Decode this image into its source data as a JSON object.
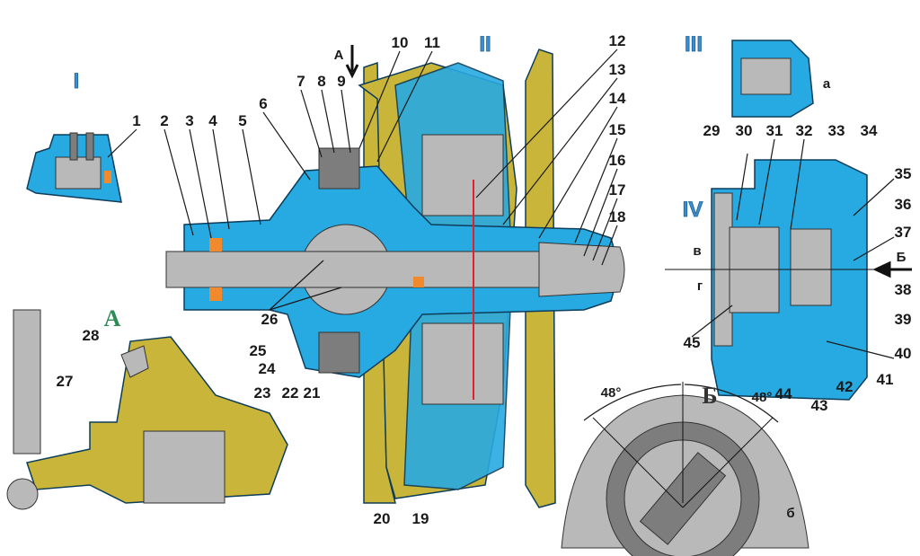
{
  "views": {
    "I": "I",
    "II": "II",
    "III": "III",
    "IV": "IV"
  },
  "view_letters": {
    "A_arrow": "А",
    "A_view": "А",
    "B_arrow": "Б",
    "B_view": "Б",
    "a": "а",
    "v": "в",
    "g": "г",
    "b_small": "б"
  },
  "angles": {
    "left": "48°",
    "right": "48°"
  },
  "callouts": [
    "1",
    "2",
    "3",
    "4",
    "5",
    "6",
    "7",
    "8",
    "9",
    "10",
    "11",
    "12",
    "13",
    "14",
    "15",
    "16",
    "17",
    "18",
    "19",
    "20",
    "21",
    "22",
    "23",
    "24",
    "25",
    "26",
    "27",
    "28",
    "29",
    "30",
    "31",
    "32",
    "33",
    "34",
    "35",
    "36",
    "37",
    "38",
    "39",
    "40",
    "41",
    "42",
    "43",
    "44",
    "45"
  ],
  "colors": {
    "housing": "#27a9e1",
    "wheel": "#c9b53a",
    "axis_line": "#e0202a",
    "roman_numerals": "#3a8fd0",
    "view_letter": "#2e8b57"
  }
}
